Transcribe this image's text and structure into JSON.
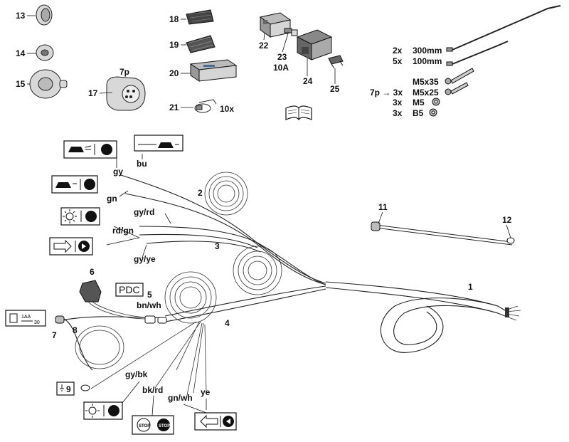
{
  "parts": {
    "p13": "13",
    "p14": "14",
    "p15": "15",
    "p17": "17",
    "p17_pins": "7p",
    "p18": "18",
    "p19": "19",
    "p20": "20",
    "p21": "21",
    "p21_qty": "10x",
    "p22": "22",
    "p23": "23",
    "p23_rating": "10A",
    "p24": "24",
    "p25": "25",
    "p1": "1",
    "p2": "2",
    "p3": "3",
    "p4": "4",
    "p5": "5",
    "p6": "6",
    "p7": "7",
    "p8": "8",
    "p9": "9",
    "p11": "11",
    "p12": "12"
  },
  "hardware": {
    "rows": [
      {
        "qty": "2x",
        "item": "300mm"
      },
      {
        "qty": "5x",
        "item": "100mm"
      },
      {
        "qty": "",
        "item": "M5x35"
      },
      {
        "qty": "7p → 3x",
        "item": "M5x25"
      },
      {
        "qty": "3x",
        "item": "M5"
      },
      {
        "qty": "3x",
        "item": "B5"
      }
    ]
  },
  "wires": {
    "gy": "gy",
    "bu": "bu",
    "gn": "gn",
    "gy_rd": "gy/rd",
    "rd_gn": "rd/gn",
    "gy_ye": "gy/ye",
    "bn_wh": "bn/wh",
    "gy_bk": "gy/bk",
    "bk_rd": "bk/rd",
    "gn_wh": "gn/wh",
    "ye": "ye"
  },
  "symbols": {
    "pdc": "PDC",
    "fuse_rating": "1AA",
    "fuse_rating2": "30",
    "stop": "STOP"
  }
}
